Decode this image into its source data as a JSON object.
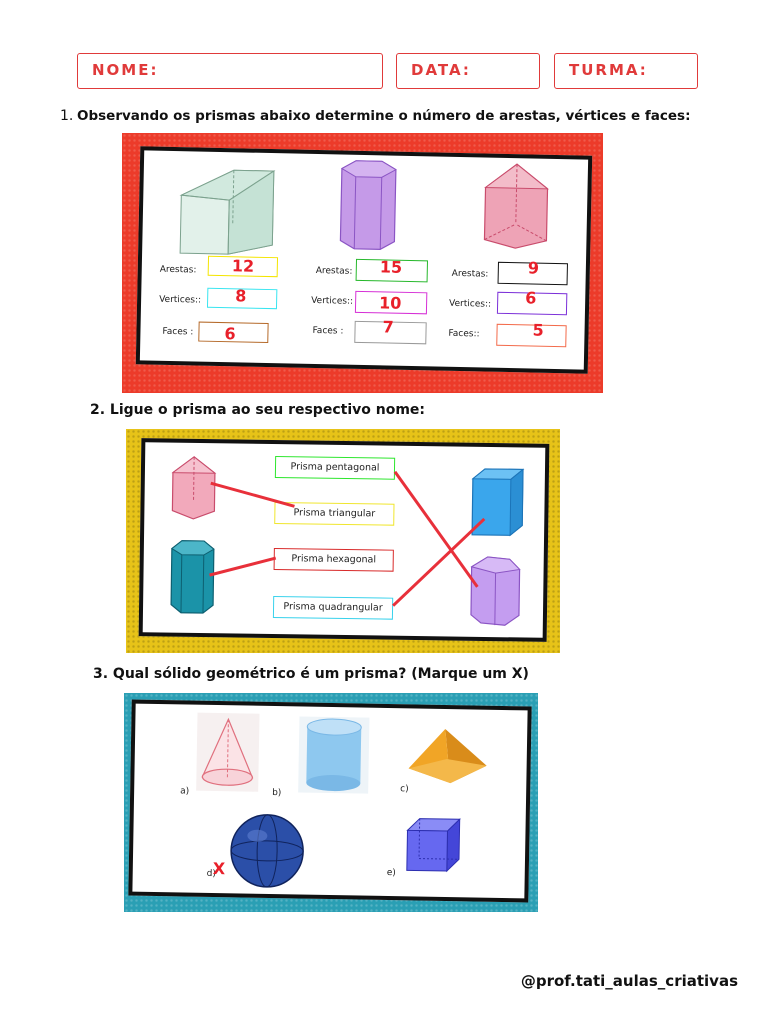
{
  "header": {
    "name_label": "NOME:",
    "date_label": "DATA:",
    "class_label": "TURMA:"
  },
  "q1": {
    "title": "Observando os prismas abaixo determine o número de arestas, vértices e faces:",
    "number": "1.",
    "colors": {
      "panel": "#ec3b2a",
      "answer": "#e8202a"
    },
    "prisms": [
      {
        "icon": "trapezoidal-prism-icon",
        "edges_label": "Arestas:",
        "vertices_label": "Vertices::",
        "faces_label": "Faces :",
        "edges": "12",
        "vertices": "8",
        "faces": "6"
      },
      {
        "icon": "hexagonal-prism-icon",
        "edges_label": "Arestas:",
        "vertices_label": "Vertices::",
        "faces_label": "Faces :",
        "edges": "15",
        "vertices": "10",
        "faces": "7"
      },
      {
        "icon": "triangular-prism-icon",
        "edges_label": "Arestas:",
        "vertices_label": "Vertices::",
        "faces_label": "Faces::",
        "edges": "9",
        "vertices": "6",
        "faces": "5"
      }
    ]
  },
  "q2": {
    "title": "2. Ligue o prisma ao seu respectivo nome:",
    "colors": {
      "panel": "#e7c318",
      "line": "#e8303a"
    },
    "names": [
      "Prisma pentagonal",
      "Prisma triangular",
      "Prisma hexagonal",
      "Prisma quadrangular"
    ]
  },
  "q3": {
    "title": "3. Qual sólido geométrico é um prisma? (Marque um X)",
    "colors": {
      "panel": "#2a9fb4",
      "mark": "#e8202a"
    },
    "options": [
      {
        "letter": "a)",
        "icon": "cone-icon"
      },
      {
        "letter": "b)",
        "icon": "cylinder-icon"
      },
      {
        "letter": "c)",
        "icon": "pyramid-icon"
      },
      {
        "letter": "d)",
        "icon": "sphere-icon"
      },
      {
        "letter": "e)",
        "icon": "cube-icon"
      }
    ],
    "mark": "X"
  },
  "credit": "@prof.tati_aulas_criativas"
}
